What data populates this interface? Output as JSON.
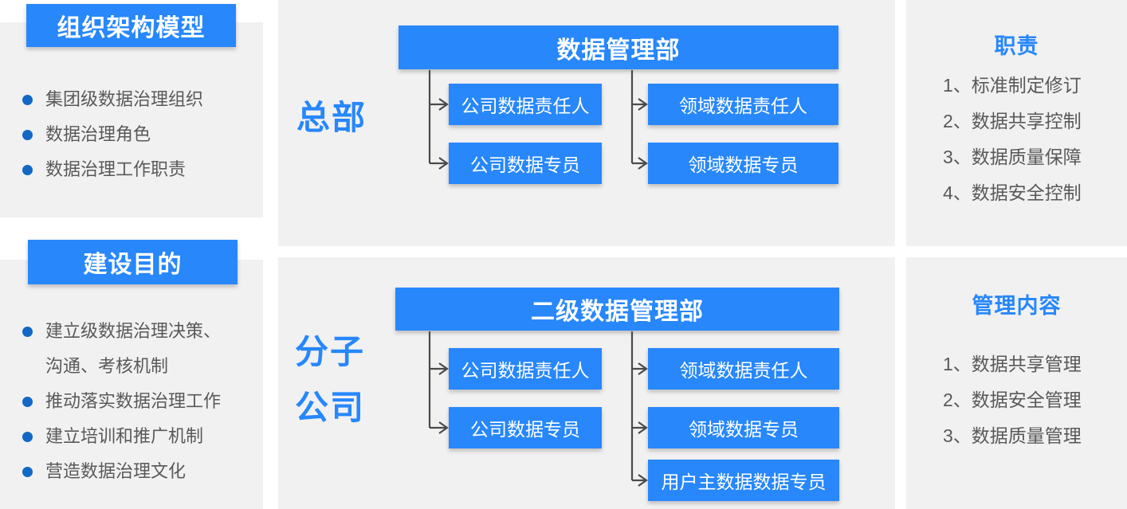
{
  "colors": {
    "accent_blue": "#2787fb",
    "bullet_blue": "#1268c4",
    "panel_gray": "#f1f1f2",
    "text_gray": "#595959",
    "connector_gray": "#4a4a4a",
    "box_text": "#ffffff"
  },
  "sidebar": {
    "sections": [
      {
        "title": "组织架构模型",
        "items": [
          "集团级数据治理组织",
          "数据治理角色",
          "数据治理工作职责"
        ]
      },
      {
        "title": "建设目的",
        "items": [
          "建立级数据治理决策、沟通、考核机制",
          "推动落实数据治理工作",
          "建立培训和推广机制",
          "营造数据治理文化"
        ]
      }
    ]
  },
  "org_sections": [
    {
      "group_label": "总部",
      "department": "数据管理部",
      "left_roles": [
        "公司数据责任人",
        "公司数据专员"
      ],
      "right_roles": [
        "领域数据责任人",
        "领域数据专员"
      ]
    },
    {
      "group_label": "分子\n公司",
      "department": "二级数据管理部",
      "left_roles": [
        "公司数据责任人",
        "公司数据专员"
      ],
      "right_roles": [
        "领域数据责任人",
        "领域数据专员",
        "用户主数据数据专员"
      ]
    }
  ],
  "info_panels": [
    {
      "title": "职责",
      "items": [
        "1、标准制定修订",
        "2、数据共享控制",
        "3、数据质量保障",
        "4、数据安全控制"
      ]
    },
    {
      "title": "管理内容",
      "items": [
        "1、数据共享管理",
        "2、数据安全管理",
        "3、数据质量管理"
      ]
    }
  ]
}
